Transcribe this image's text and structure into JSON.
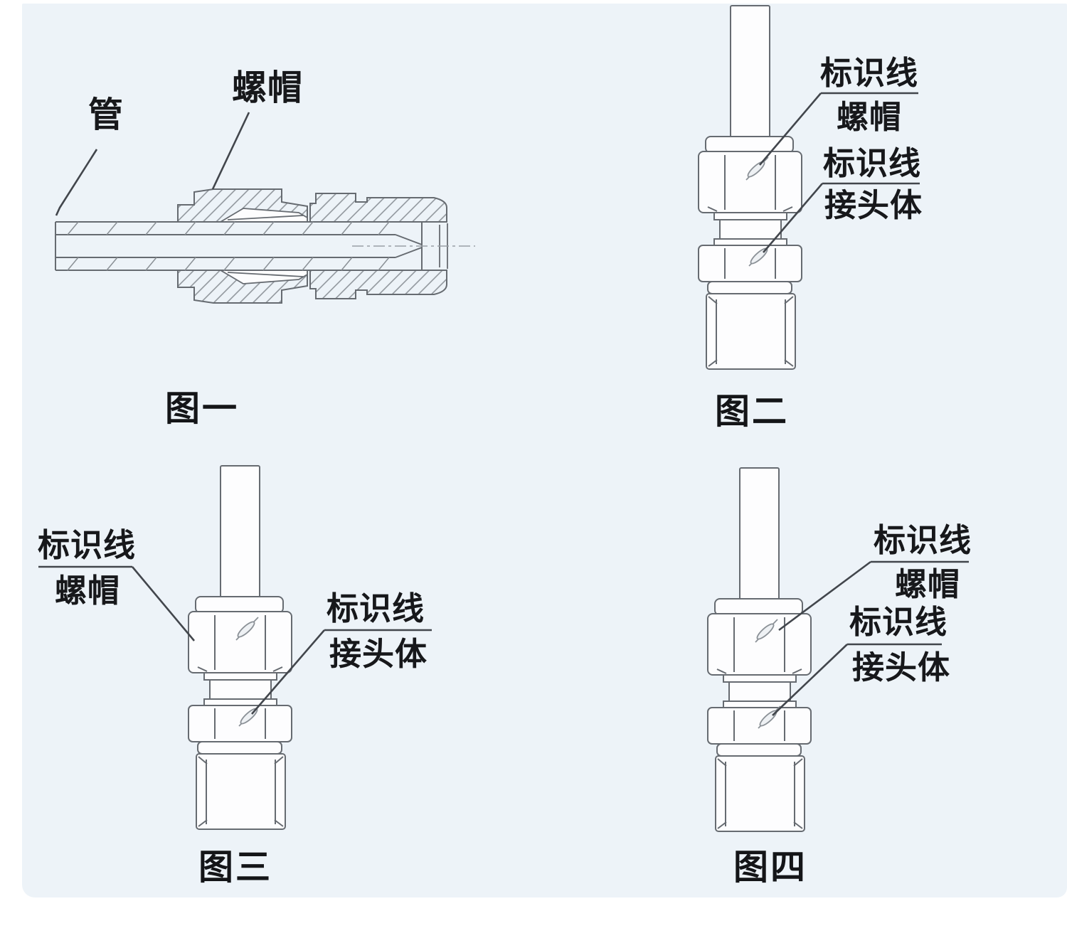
{
  "page": {
    "background_color": "#ffffff",
    "panel_color": "#edf3f8",
    "drawing_line_color": "#666b71",
    "leader_line_color": "#42464c",
    "label_text_color": "#17181b"
  },
  "figures": [
    {
      "caption": "图一",
      "labels": [
        {
          "text": "管"
        },
        {
          "text": "螺帽"
        }
      ]
    },
    {
      "caption": "图二",
      "labels": [
        {
          "text": "标识线"
        },
        {
          "text": "螺帽"
        },
        {
          "text": "标识线"
        },
        {
          "text": "接头体"
        }
      ]
    },
    {
      "caption": "图三",
      "labels": [
        {
          "text": "标识线"
        },
        {
          "text": "螺帽"
        },
        {
          "text": "标识线"
        },
        {
          "text": "接头体"
        }
      ]
    },
    {
      "caption": "图四",
      "labels": [
        {
          "text": "标识线"
        },
        {
          "text": "螺帽"
        },
        {
          "text": "标识线"
        },
        {
          "text": "接头体"
        }
      ]
    }
  ]
}
